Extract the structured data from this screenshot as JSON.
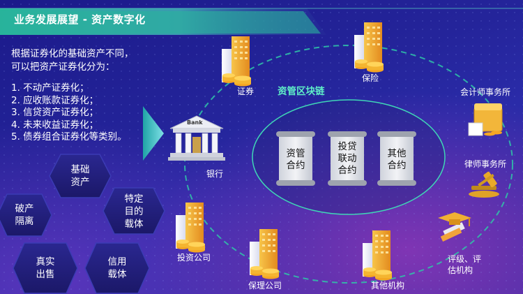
{
  "title": "业务发展展望 - 资产数字化",
  "intro": [
    "根据证券化的基础资产不同，",
    "可以把资产证券化分为："
  ],
  "list": [
    "1. 不动产证券化；",
    "2. 应收账款证券化；",
    "3. 信贷资产证券化；",
    "4. 未来收益证券化；",
    "5. 债券组合证券化等类别。"
  ],
  "hexagons": [
    {
      "lines": [
        "基础",
        "资产"
      ]
    },
    {
      "lines": [
        "破产",
        "隔离"
      ]
    },
    {
      "lines": [
        "特定",
        "目的",
        "载体"
      ]
    },
    {
      "lines": [
        "真实",
        "出售"
      ]
    },
    {
      "lines": [
        "信用",
        "载体"
      ]
    }
  ],
  "chain_title": "资管区块链",
  "contracts": [
    {
      "lines": [
        "资管",
        "合约"
      ]
    },
    {
      "lines": [
        "投贷",
        "联动",
        "合约"
      ]
    },
    {
      "lines": [
        "其他",
        "合约"
      ]
    }
  ],
  "nodes": {
    "securities": "证券",
    "insurance": "保险",
    "bank": "银行",
    "bank_sign": "Bank",
    "investment": "投资公司",
    "factoring": "保理公司",
    "other": "其他机构",
    "accounting": "会计师事务所",
    "law": "律师事务所",
    "rating": [
      "评级、评",
      "估机构"
    ]
  },
  "colors": {
    "banner": "#2fb39a",
    "chain": "#5ff0c8",
    "hex": "#23207a",
    "accent": "#f5b82e"
  }
}
